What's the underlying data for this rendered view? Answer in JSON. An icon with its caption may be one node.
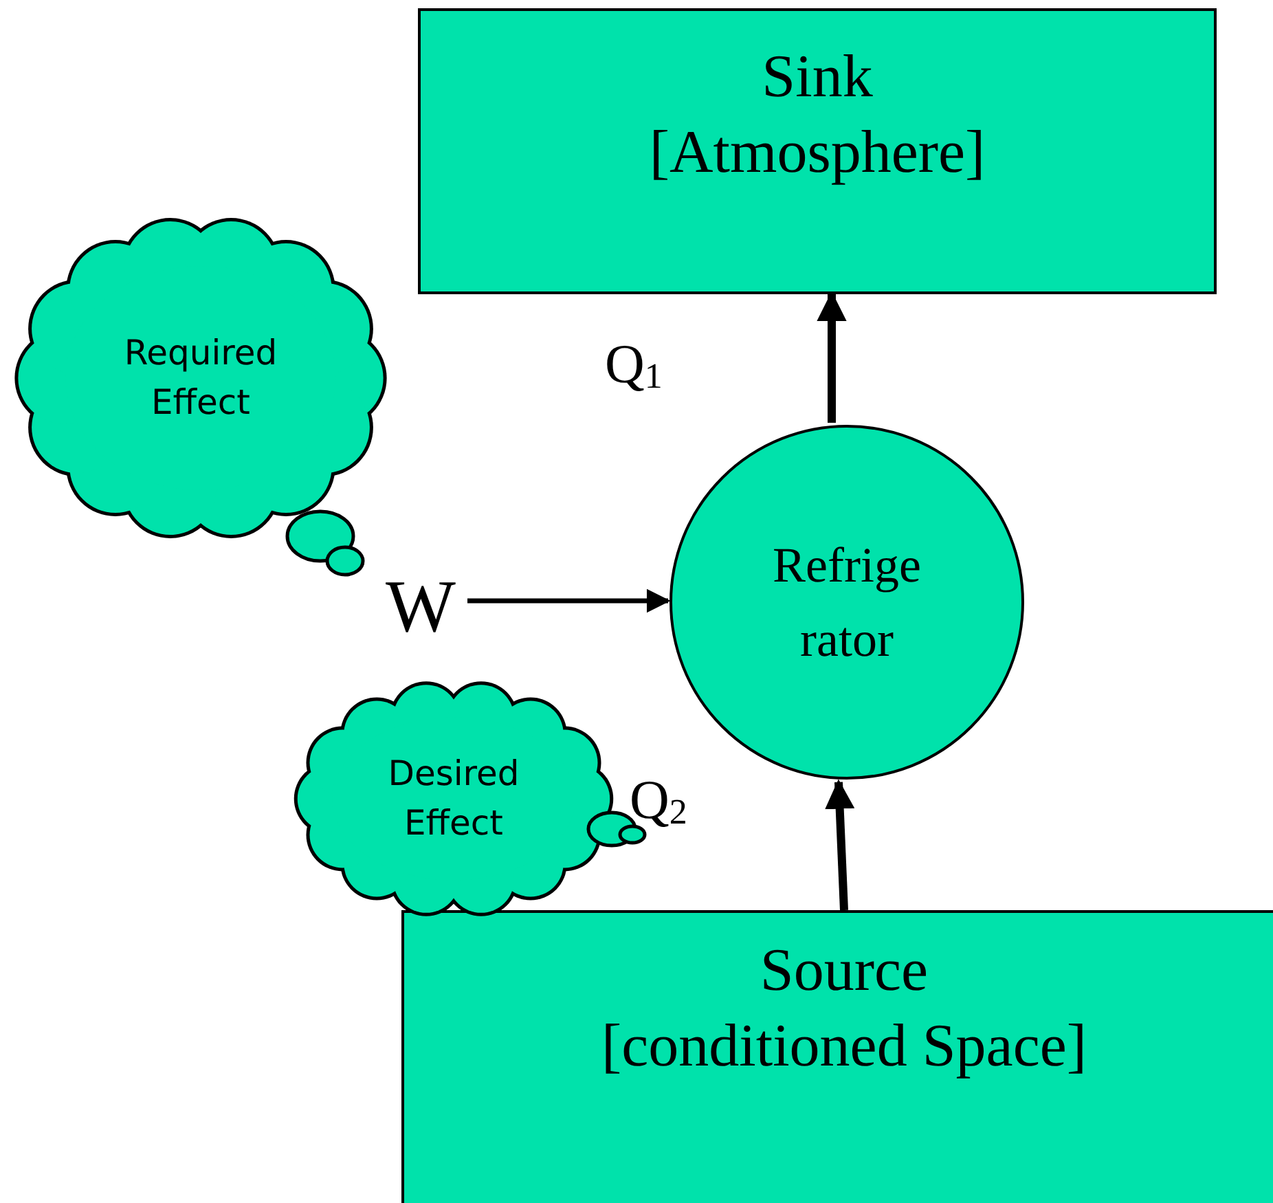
{
  "diagram": {
    "nodes": [
      {
        "text": [
          "Sink [Atmosphere]"
        ]
      },
      {
        "text": [
          "Refrige rator"
        ]
      },
      {
        "text": [
          "Source [conditioned Space]"
        ]
      },
      {
        "text": [
          "Required Effect"
        ]
      },
      {
        "text": [
          "Desired Effect"
        ]
      },
      {
        "text": [
          "W"
        ]
      }
    ],
    "edges": [
      {
        "from": 1,
        "to": 0,
        "arrow": "to",
        "label": "Q$_{1}$"
      },
      {
        "from": 5,
        "to": 1,
        "arrow": "to"
      },
      {
        "from": 2,
        "to": 1,
        "arrow": "to",
        "label": "Q$_{2}$"
      }
    ]
  }
}
